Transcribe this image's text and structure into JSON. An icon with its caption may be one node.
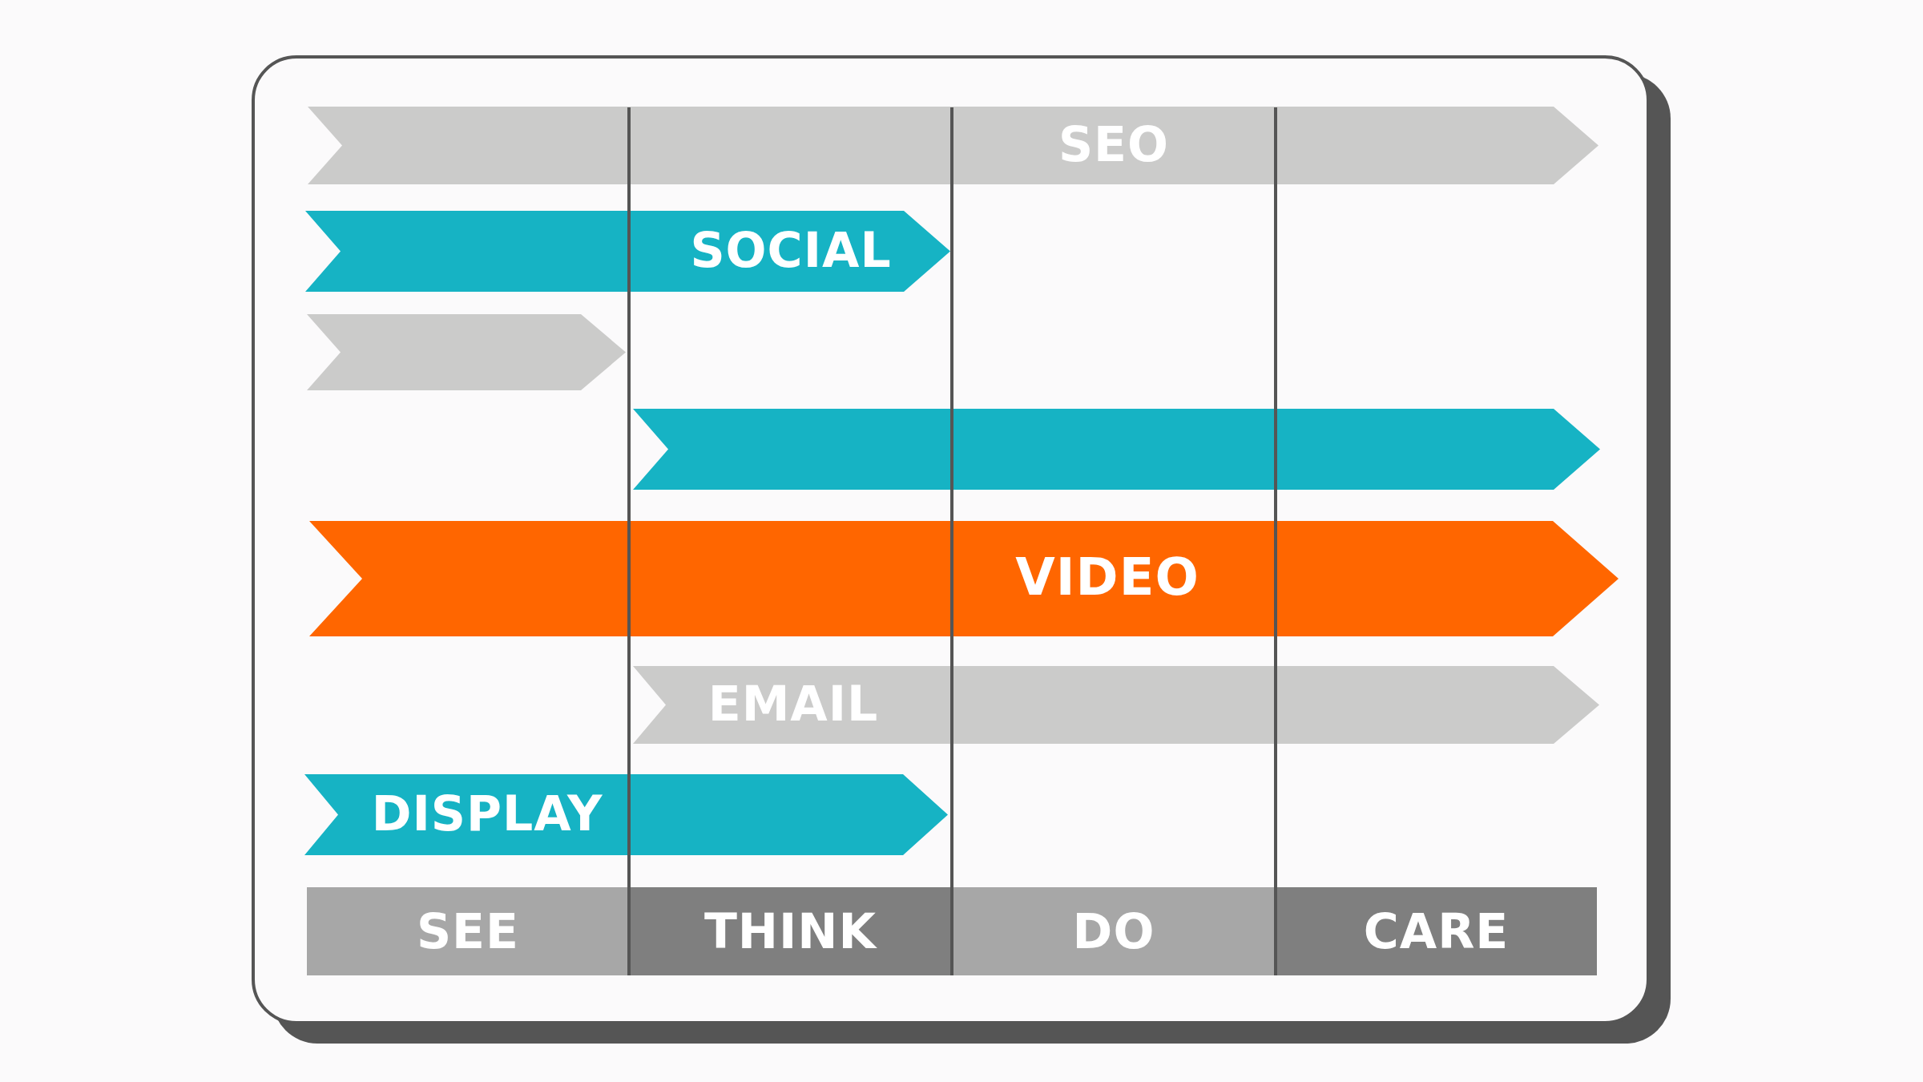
{
  "diagram": {
    "nodes": [
      {
        "text": [
          "SEO"
        ]
      },
      {
        "text": [
          "SOCIAL"
        ]
      },
      {
        "text": [],
        "shape": "arrow"
      },
      {
        "text": [],
        "shape": "arrow"
      },
      {
        "text": [
          "VIDEO"
        ]
      },
      {
        "text": [
          "EMAIL"
        ]
      },
      {
        "text": [
          "DISPLAY"
        ]
      },
      {
        "text": [
          "SEE"
        ]
      },
      {
        "text": [
          "THINK"
        ]
      },
      {
        "text": [
          "DO"
        ]
      },
      {
        "text": [
          "CARE"
        ]
      }
    ]
  }
}
